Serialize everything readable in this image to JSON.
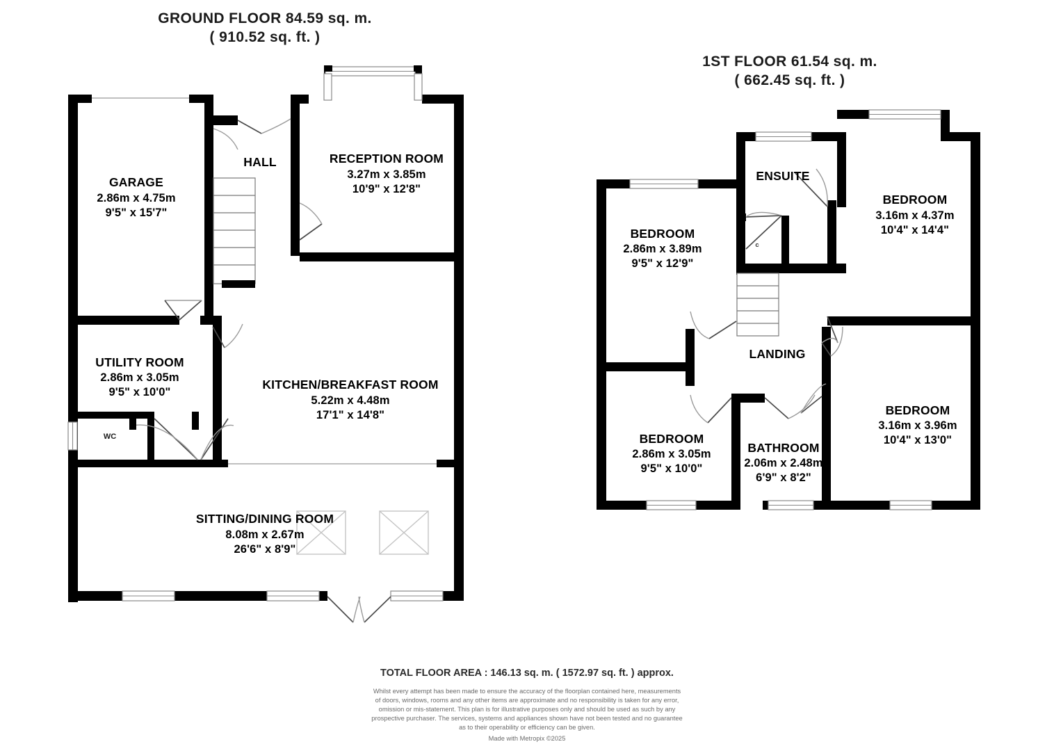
{
  "document": {
    "type": "floorplan",
    "floors": [
      {
        "id": "ground",
        "title_line1": "GROUND FLOOR 84.59 sq. m.",
        "title_line2": "( 910.52 sq. ft. )",
        "rooms": [
          {
            "name": "GARAGE",
            "dim_m": "2.86m x 4.75m",
            "dim_ft": "9'5\" x 15'7\""
          },
          {
            "name": "HALL",
            "dim_m": "",
            "dim_ft": ""
          },
          {
            "name": "RECEPTION ROOM",
            "dim_m": "3.27m x 3.85m",
            "dim_ft": "10'9\" x 12'8\""
          },
          {
            "name": "UTILITY ROOM",
            "dim_m": "2.86m x 3.05m",
            "dim_ft": "9'5\" x 10'0\""
          },
          {
            "name": "KITCHEN/BREAKFAST ROOM",
            "dim_m": "5.22m x 4.48m",
            "dim_ft": "17'1\" x 14'8\""
          },
          {
            "name": "WC",
            "dim_m": "",
            "dim_ft": ""
          },
          {
            "name": "SITTING/DINING ROOM",
            "dim_m": "8.08m x 2.67m",
            "dim_ft": "26'6\" x 8'9\""
          }
        ]
      },
      {
        "id": "first",
        "title_line1": "1ST FLOOR 61.54 sq. m.",
        "title_line2": "( 662.45 sq. ft. )",
        "rooms": [
          {
            "name": "ENSUITE",
            "dim_m": "",
            "dim_ft": ""
          },
          {
            "name": "BEDROOM",
            "dim_m": "3.16m x 4.37m",
            "dim_ft": "10'4\" x 14'4\""
          },
          {
            "name": "BEDROOM",
            "dim_m": "2.86m x 3.89m",
            "dim_ft": "9'5\" x 12'9\""
          },
          {
            "name": "LANDING",
            "dim_m": "",
            "dim_ft": ""
          },
          {
            "name": "BEDROOM",
            "dim_m": "3.16m x 3.96m",
            "dim_ft": "10'4\" x 13'0\""
          },
          {
            "name": "BEDROOM",
            "dim_m": "2.86m x 3.05m",
            "dim_ft": "9'5\" x 10'0\""
          },
          {
            "name": "BATHROOM",
            "dim_m": "2.06m x 2.48m",
            "dim_ft": "6'9\" x 8'2\""
          },
          {
            "name": "c",
            "dim_m": "",
            "dim_ft": ""
          }
        ]
      }
    ],
    "footer": {
      "total_area": "TOTAL FLOOR AREA : 146.13 sq. m. ( 1572.97 sq. ft. ) approx.",
      "disclaimer_line1": "Whilst every attempt has been made to ensure the accuracy of the floorplan contained here, measurements",
      "disclaimer_line2": "of doors, windows, rooms and any other items are approximate and no responsibility is taken for any error,",
      "disclaimer_line3": "omission or mis-statement. This plan is for illustrative purposes only and should be used as such by any",
      "disclaimer_line4": "prospective purchaser. The services, systems and appliances shown have not been tested and no guarantee",
      "disclaimer_line5": "as to their operability or efficiency can be given.",
      "made_with": "Made with Metropix ©2025"
    },
    "colors": {
      "wall": "#000000",
      "background": "#ffffff",
      "text": "#000000",
      "footer_text": "#6a6a6a",
      "window_stroke": "#888888",
      "door_swing": "#9a9a9a",
      "skylight": "#c4c4c4"
    }
  }
}
